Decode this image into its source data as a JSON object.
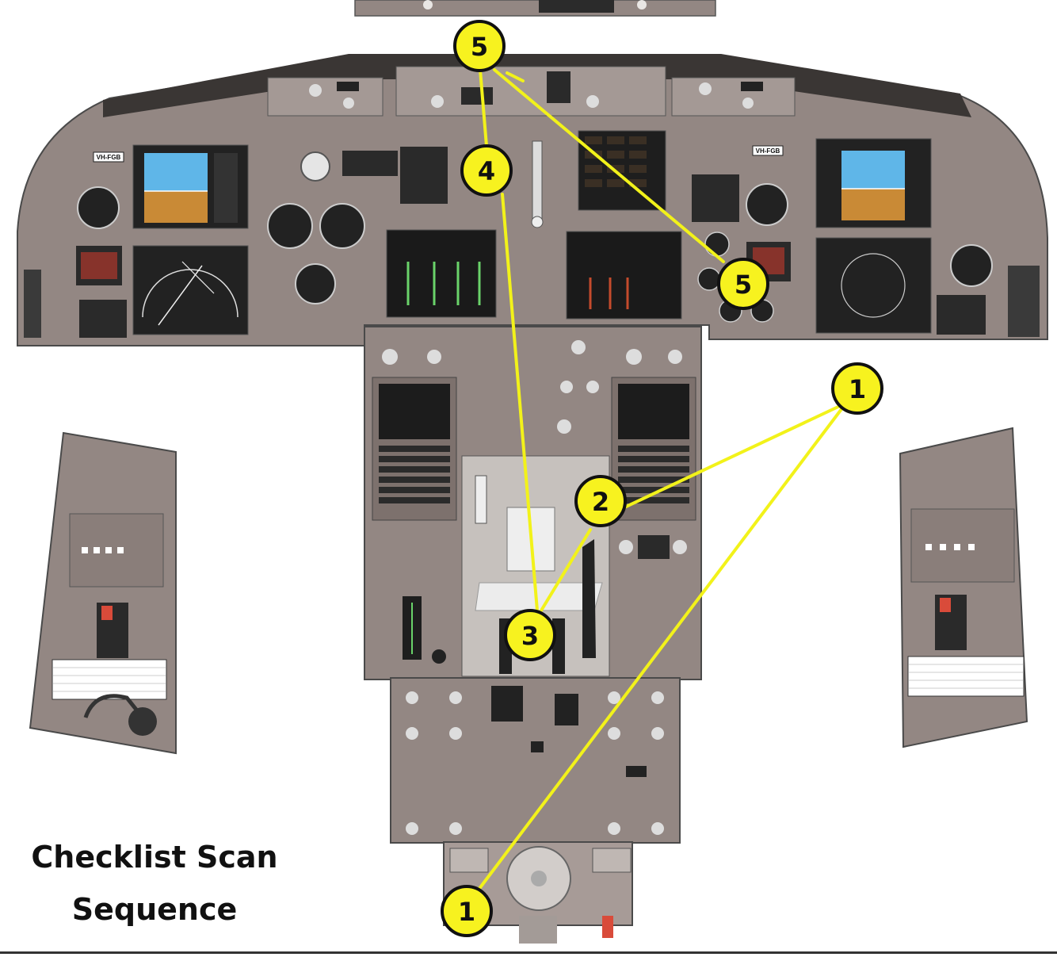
{
  "title": {
    "line1": "Checklist Scan",
    "line2": "Sequence"
  },
  "registration": {
    "left": "VH-FGB",
    "right": "VH-FGB"
  },
  "colors": {
    "panel": "#938783",
    "panel_dark": "#7d716d",
    "panel_light": "#a89d99",
    "scan_line": "#f2f21a",
    "marker_fill": "#f7f21f",
    "marker_stroke": "#111111",
    "sky": "#5fb6e8",
    "ground": "#c98a36"
  },
  "markers": [
    {
      "id": "marker-5-top",
      "label": "5"
    },
    {
      "id": "marker-4",
      "label": "4"
    },
    {
      "id": "marker-5-right",
      "label": "5"
    },
    {
      "id": "marker-1-right",
      "label": "1"
    },
    {
      "id": "marker-2",
      "label": "2"
    },
    {
      "id": "marker-3",
      "label": "3"
    },
    {
      "id": "marker-1-bottom",
      "label": "1"
    }
  ]
}
